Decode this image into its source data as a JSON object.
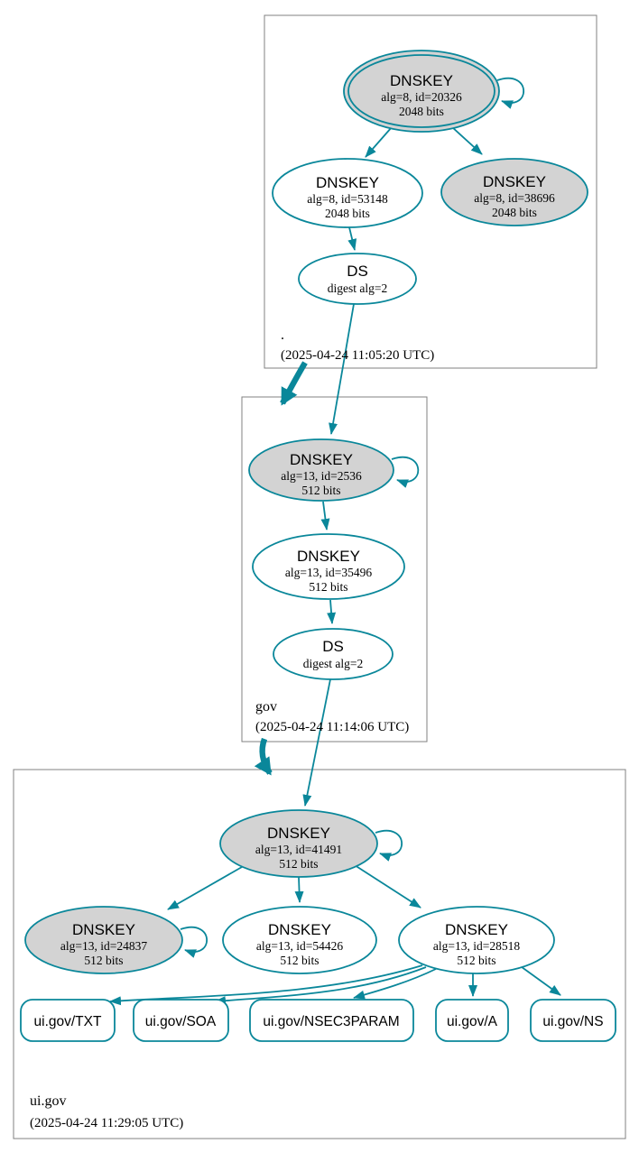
{
  "colors": {
    "edge": "#0a879a",
    "ksk_fill": "#d3d3d3",
    "zsk_fill": "#ffffff",
    "zone_border": "#808080",
    "background": "#ffffff"
  },
  "zones": [
    {
      "name": ".",
      "timestamp": "(2025-04-24 11:05:20 UTC)",
      "keys": [
        {
          "title": "DNSKEY",
          "detail": "alg=8, id=20326",
          "bits": "2048 bits"
        },
        {
          "title": "DNSKEY",
          "detail": "alg=8, id=53148",
          "bits": "2048 bits"
        },
        {
          "title": "DNSKEY",
          "detail": "alg=8, id=38696",
          "bits": "2048 bits"
        }
      ],
      "ds": {
        "title": "DS",
        "detail": "digest alg=2"
      }
    },
    {
      "name": "gov",
      "timestamp": "(2025-04-24 11:14:06 UTC)",
      "keys": [
        {
          "title": "DNSKEY",
          "detail": "alg=13, id=2536",
          "bits": "512 bits"
        },
        {
          "title": "DNSKEY",
          "detail": "alg=13, id=35496",
          "bits": "512 bits"
        }
      ],
      "ds": {
        "title": "DS",
        "detail": "digest alg=2"
      }
    },
    {
      "name": "ui.gov",
      "timestamp": "(2025-04-24 11:29:05 UTC)",
      "keys": [
        {
          "title": "DNSKEY",
          "detail": "alg=13, id=41491",
          "bits": "512 bits"
        },
        {
          "title": "DNSKEY",
          "detail": "alg=13, id=24837",
          "bits": "512 bits"
        },
        {
          "title": "DNSKEY",
          "detail": "alg=13, id=54426",
          "bits": "512 bits"
        },
        {
          "title": "DNSKEY",
          "detail": "alg=13, id=28518",
          "bits": "512 bits"
        }
      ],
      "rrsets": [
        {
          "label": "ui.gov/TXT"
        },
        {
          "label": "ui.gov/SOA"
        },
        {
          "label": "ui.gov/NSEC3PARAM"
        },
        {
          "label": "ui.gov/A"
        },
        {
          "label": "ui.gov/NS"
        }
      ]
    }
  ]
}
